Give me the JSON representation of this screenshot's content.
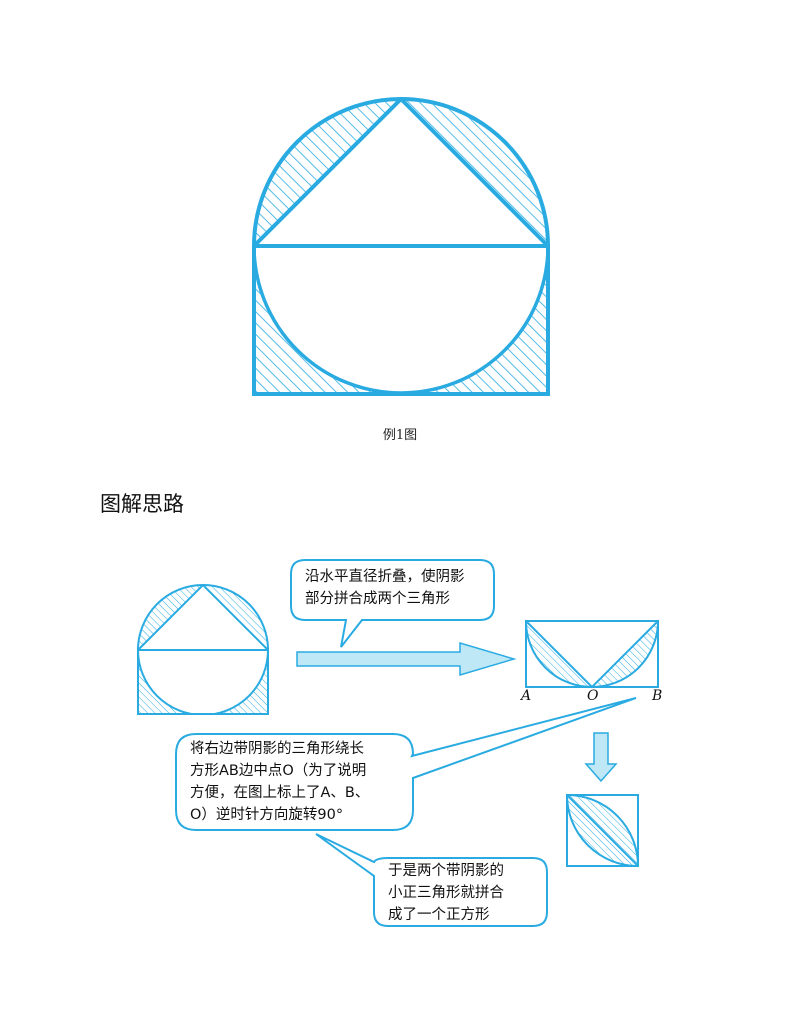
{
  "caption": "例1图",
  "section_title": "图解思路",
  "bubbles": {
    "fold": [
      "沿水平直径折叠，使阴影",
      "部分拼合成两个三角形"
    ],
    "rotate": [
      "将右边带阴影的三角形绕长",
      "方形AB边中点O（为了说明",
      "方便，在图上标上了A、B、",
      "O）逆时针方向旋转90°"
    ],
    "result": [
      "于是两个带阴影的",
      "小正三角形就拼合",
      "成了一个正方形"
    ]
  },
  "points": {
    "A": "A",
    "O": "O",
    "B": "B"
  },
  "colors": {
    "stroke": "#29abe2",
    "fill_light": "#bfe8f7",
    "text": "#111111"
  }
}
